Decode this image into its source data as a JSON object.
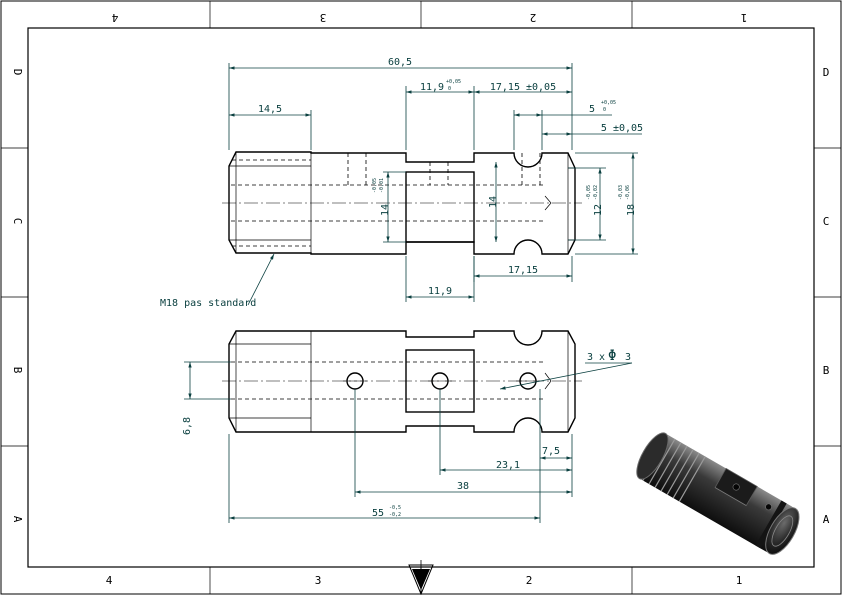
{
  "frame": {
    "zones_top": [
      "4",
      "3",
      "2",
      "1"
    ],
    "zones_bottom": [
      "4",
      "3",
      "2",
      "1"
    ],
    "zones_side": [
      "D",
      "C",
      "B",
      "A"
    ]
  },
  "top_view": {
    "dims": {
      "overall": "60,5",
      "thread_len": "14,5",
      "groove_w": "11,9",
      "groove_w_tol_up": "+0,05",
      "groove_w_tol_lo": "0",
      "end_pos": "17,15 ±0,05",
      "slot_w": "5",
      "slot_tol_up": "+0,05",
      "slot_tol_lo": "0",
      "slot_pos": "5 ±0,05",
      "inner_d": "14",
      "inner_tol_up": "-0,05",
      "inner_tol_lo": "-0,01",
      "inner_d2": "14",
      "neck_d": "12",
      "neck_tol_up": "-0,05",
      "neck_tol_lo": "-0,02",
      "outer_d": "18",
      "outer_tol_up": "-0,03",
      "outer_tol_lo": "-0,06",
      "end_len_bottom": "17,15",
      "groove_bottom": "11,9"
    },
    "note": "M18 pas standard"
  },
  "bottom_view": {
    "dims": {
      "offset": "6,8",
      "holes": "3 x",
      "phi": "Φ",
      "hole_d": "3",
      "d1": "7,5",
      "d2": "23,1",
      "d3": "38",
      "d4": "55",
      "d4_tol_up": "-0,5",
      "d4_tol_lo": "-0,2"
    }
  },
  "iso_view": {
    "icon": "shaft-3d-render-icon"
  }
}
